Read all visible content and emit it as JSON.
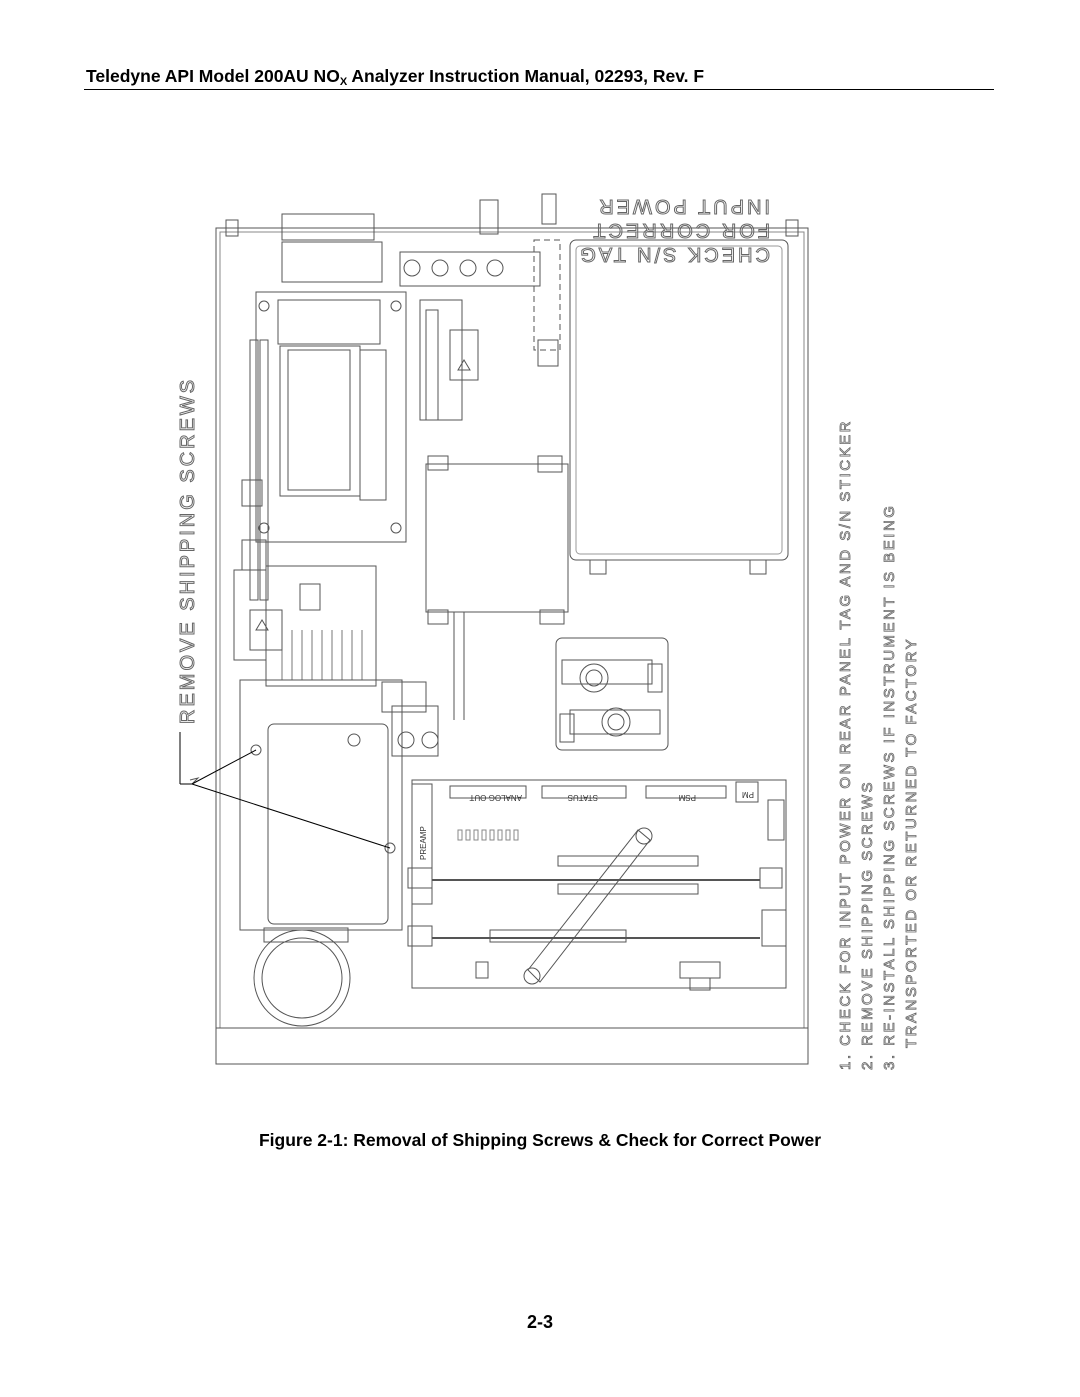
{
  "header": {
    "title_prefix": "Teledyne API Model 200AU NO",
    "title_sub": "X",
    "title_suffix": " Analyzer Instruction Manual, 02293, Rev. F"
  },
  "figure": {
    "rear_panel_note": [
      "INPUT POWER",
      "FOR CORRECT",
      "CHECK S/N TAG"
    ],
    "side_label": "REMOVE SHIPPING SCREWS",
    "instructions": [
      "1. CHECK FOR INPUT POWER ON REAR PANEL TAG AND S/N STICKER",
      "2. REMOVE SHIPPING SCREWS",
      "3. RE-INSTALL SHIPPING SCREWS IF INSTRUMENT IS BEING",
      "TRANSPORTED OR RETURNED TO FACTORY"
    ],
    "board_labels": {
      "analog_out": "ANALOG OUT",
      "status": "STATUS",
      "psm": "PSM",
      "pm": "PM",
      "preamp": "PREAMP"
    }
  },
  "caption": "Figure 2-1:  Removal of Shipping Screws & Check for Correct Power",
  "page_number": "2-3"
}
